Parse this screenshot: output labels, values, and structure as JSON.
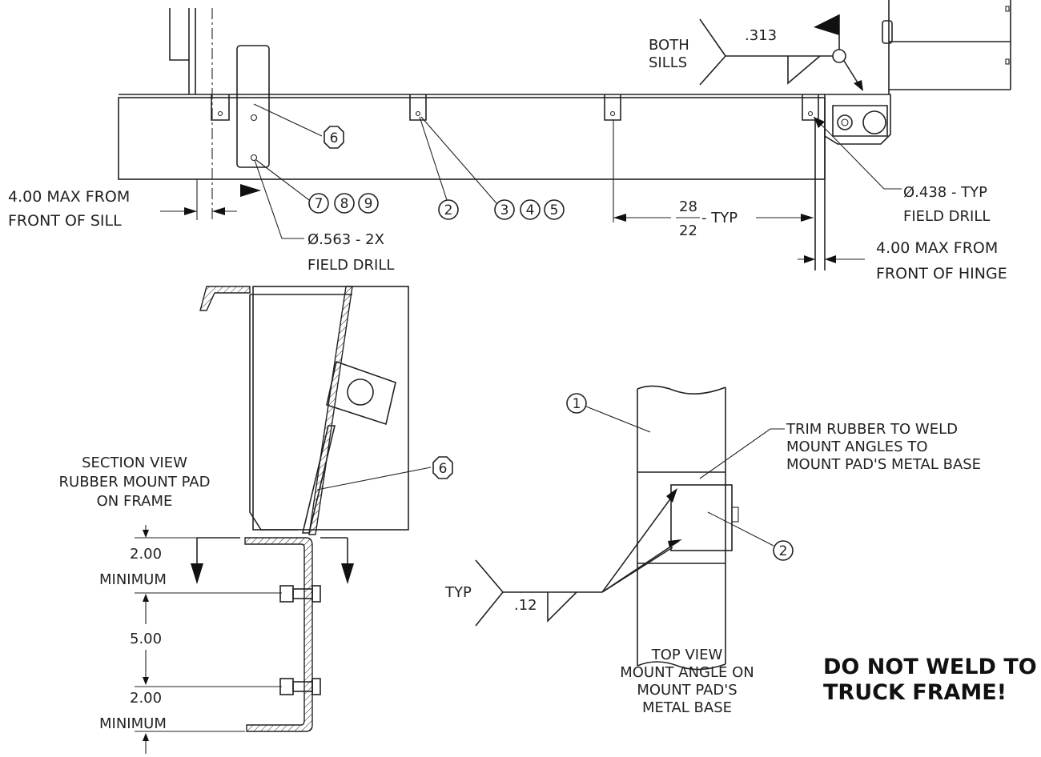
{
  "top_view": {
    "weld_note": "BOTH\nSILLS",
    "weld_size": ".313",
    "sill_front_note": "4.00 MAX FROM\nFRONT OF SILL",
    "hole_563": "Ø.563 - 2X\nFIELD DRILL",
    "hole_438": "Ø.438 - TYP\nFIELD DRILL",
    "spacing_upper": "28",
    "spacing_lower": "22",
    "spacing_suffix": "- TYP",
    "hinge_front_note": "4.00 MAX FROM\nFRONT OF HINGE",
    "bubbles": [
      "6",
      "7",
      "8",
      "9",
      "2",
      "3",
      "4",
      "5"
    ]
  },
  "section_view": {
    "title": "SECTION VIEW\nRUBBER MOUNT PAD\nON FRAME",
    "bubble": "6",
    "dim_top": "2.00",
    "dim_top_note": "MINIMUM",
    "dim_mid": "5.00",
    "dim_bottom": "2.00",
    "dim_bottom_note": "MINIMUM"
  },
  "detail_view": {
    "bubble_1": "1",
    "bubble_2": "2",
    "trim_note": "TRIM RUBBER TO WELD\nMOUNT ANGLES TO\nMOUNT PAD'S METAL BASE",
    "weld_type": "TYP",
    "weld_size": ".12",
    "title": "TOP VIEW\nMOUNT ANGLE ON\nMOUNT PAD'S\nMETAL BASE"
  },
  "warning": "DO NOT WELD TO\nTRUCK FRAME!"
}
